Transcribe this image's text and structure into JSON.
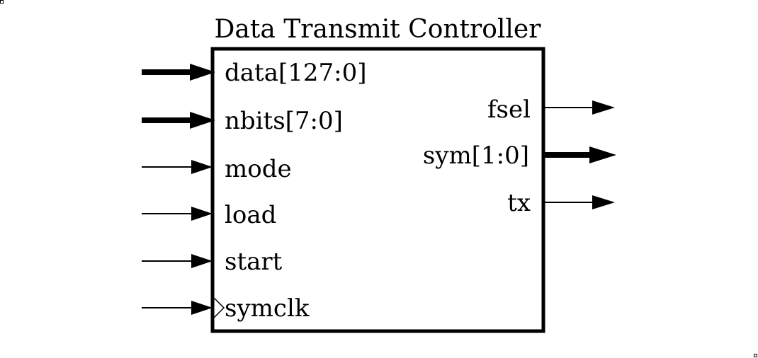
{
  "title": "Data Transmit Controller",
  "inputs": [
    {
      "label": "data[127:0]",
      "bus": true,
      "clock": false
    },
    {
      "label": "nbits[7:0]",
      "bus": true,
      "clock": false
    },
    {
      "label": "mode",
      "bus": false,
      "clock": false
    },
    {
      "label": "load",
      "bus": false,
      "clock": false
    },
    {
      "label": "start",
      "bus": false,
      "clock": false
    },
    {
      "label": "symclk",
      "bus": false,
      "clock": true
    }
  ],
  "outputs": [
    {
      "label": "fsel",
      "bus": false
    },
    {
      "label": "sym[1:0]",
      "bus": true
    },
    {
      "label": "tx",
      "bus": false
    }
  ]
}
